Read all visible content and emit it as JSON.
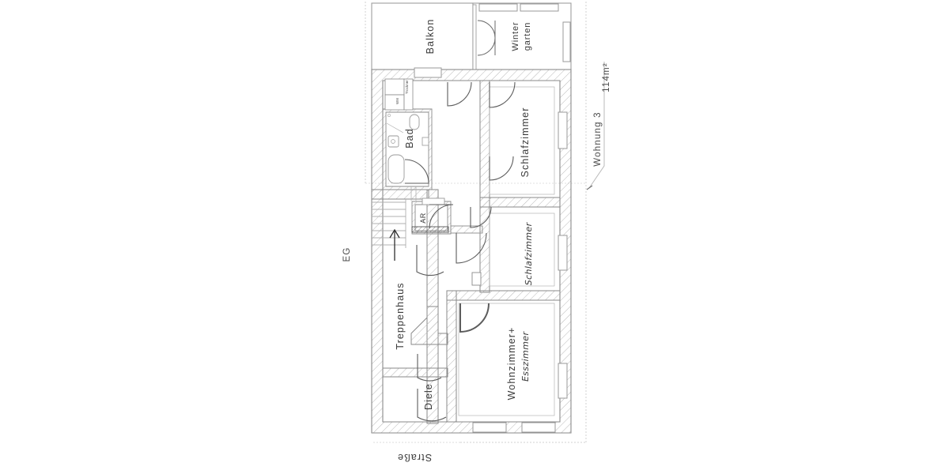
{
  "plan": {
    "floor_label": "EG",
    "unit_label": "Wohnung 3",
    "area_label": "114m²",
    "street_label": "Straße",
    "rooms": [
      {
        "id": "balkon",
        "label": "Balkon"
      },
      {
        "id": "wintergarten",
        "label_line1": "Winter",
        "label_line2": "garten"
      },
      {
        "id": "bad",
        "label": "Bad"
      },
      {
        "id": "schlafzimmer1",
        "label": "Schlafzimmer"
      },
      {
        "id": "schlafzimmer2",
        "label": "Schlafzimmer"
      },
      {
        "id": "ar",
        "label": "AR"
      },
      {
        "id": "treppenhaus",
        "label": "Treppenhaus"
      },
      {
        "id": "diele",
        "label": "Diele"
      },
      {
        "id": "wohnzimmer",
        "label_line1": "Wohnzimmer+",
        "label_line2": "Esszimmer"
      }
    ],
    "closets": [
      {
        "id": "closet-upper",
        "label": "Trockner"
      },
      {
        "id": "closet-lower",
        "label": "WM"
      }
    ],
    "colors": {
      "wall_stroke": "#8a8a8a",
      "hatch": "#b9b9b9",
      "thin_line": "#9a9a9a",
      "room_outline": "#9e9e9e",
      "text": "#3a3a3a",
      "boundary_dotted": "#cfcfcf",
      "door_arc": "#5c5c5c",
      "background": "#ffffff"
    }
  }
}
